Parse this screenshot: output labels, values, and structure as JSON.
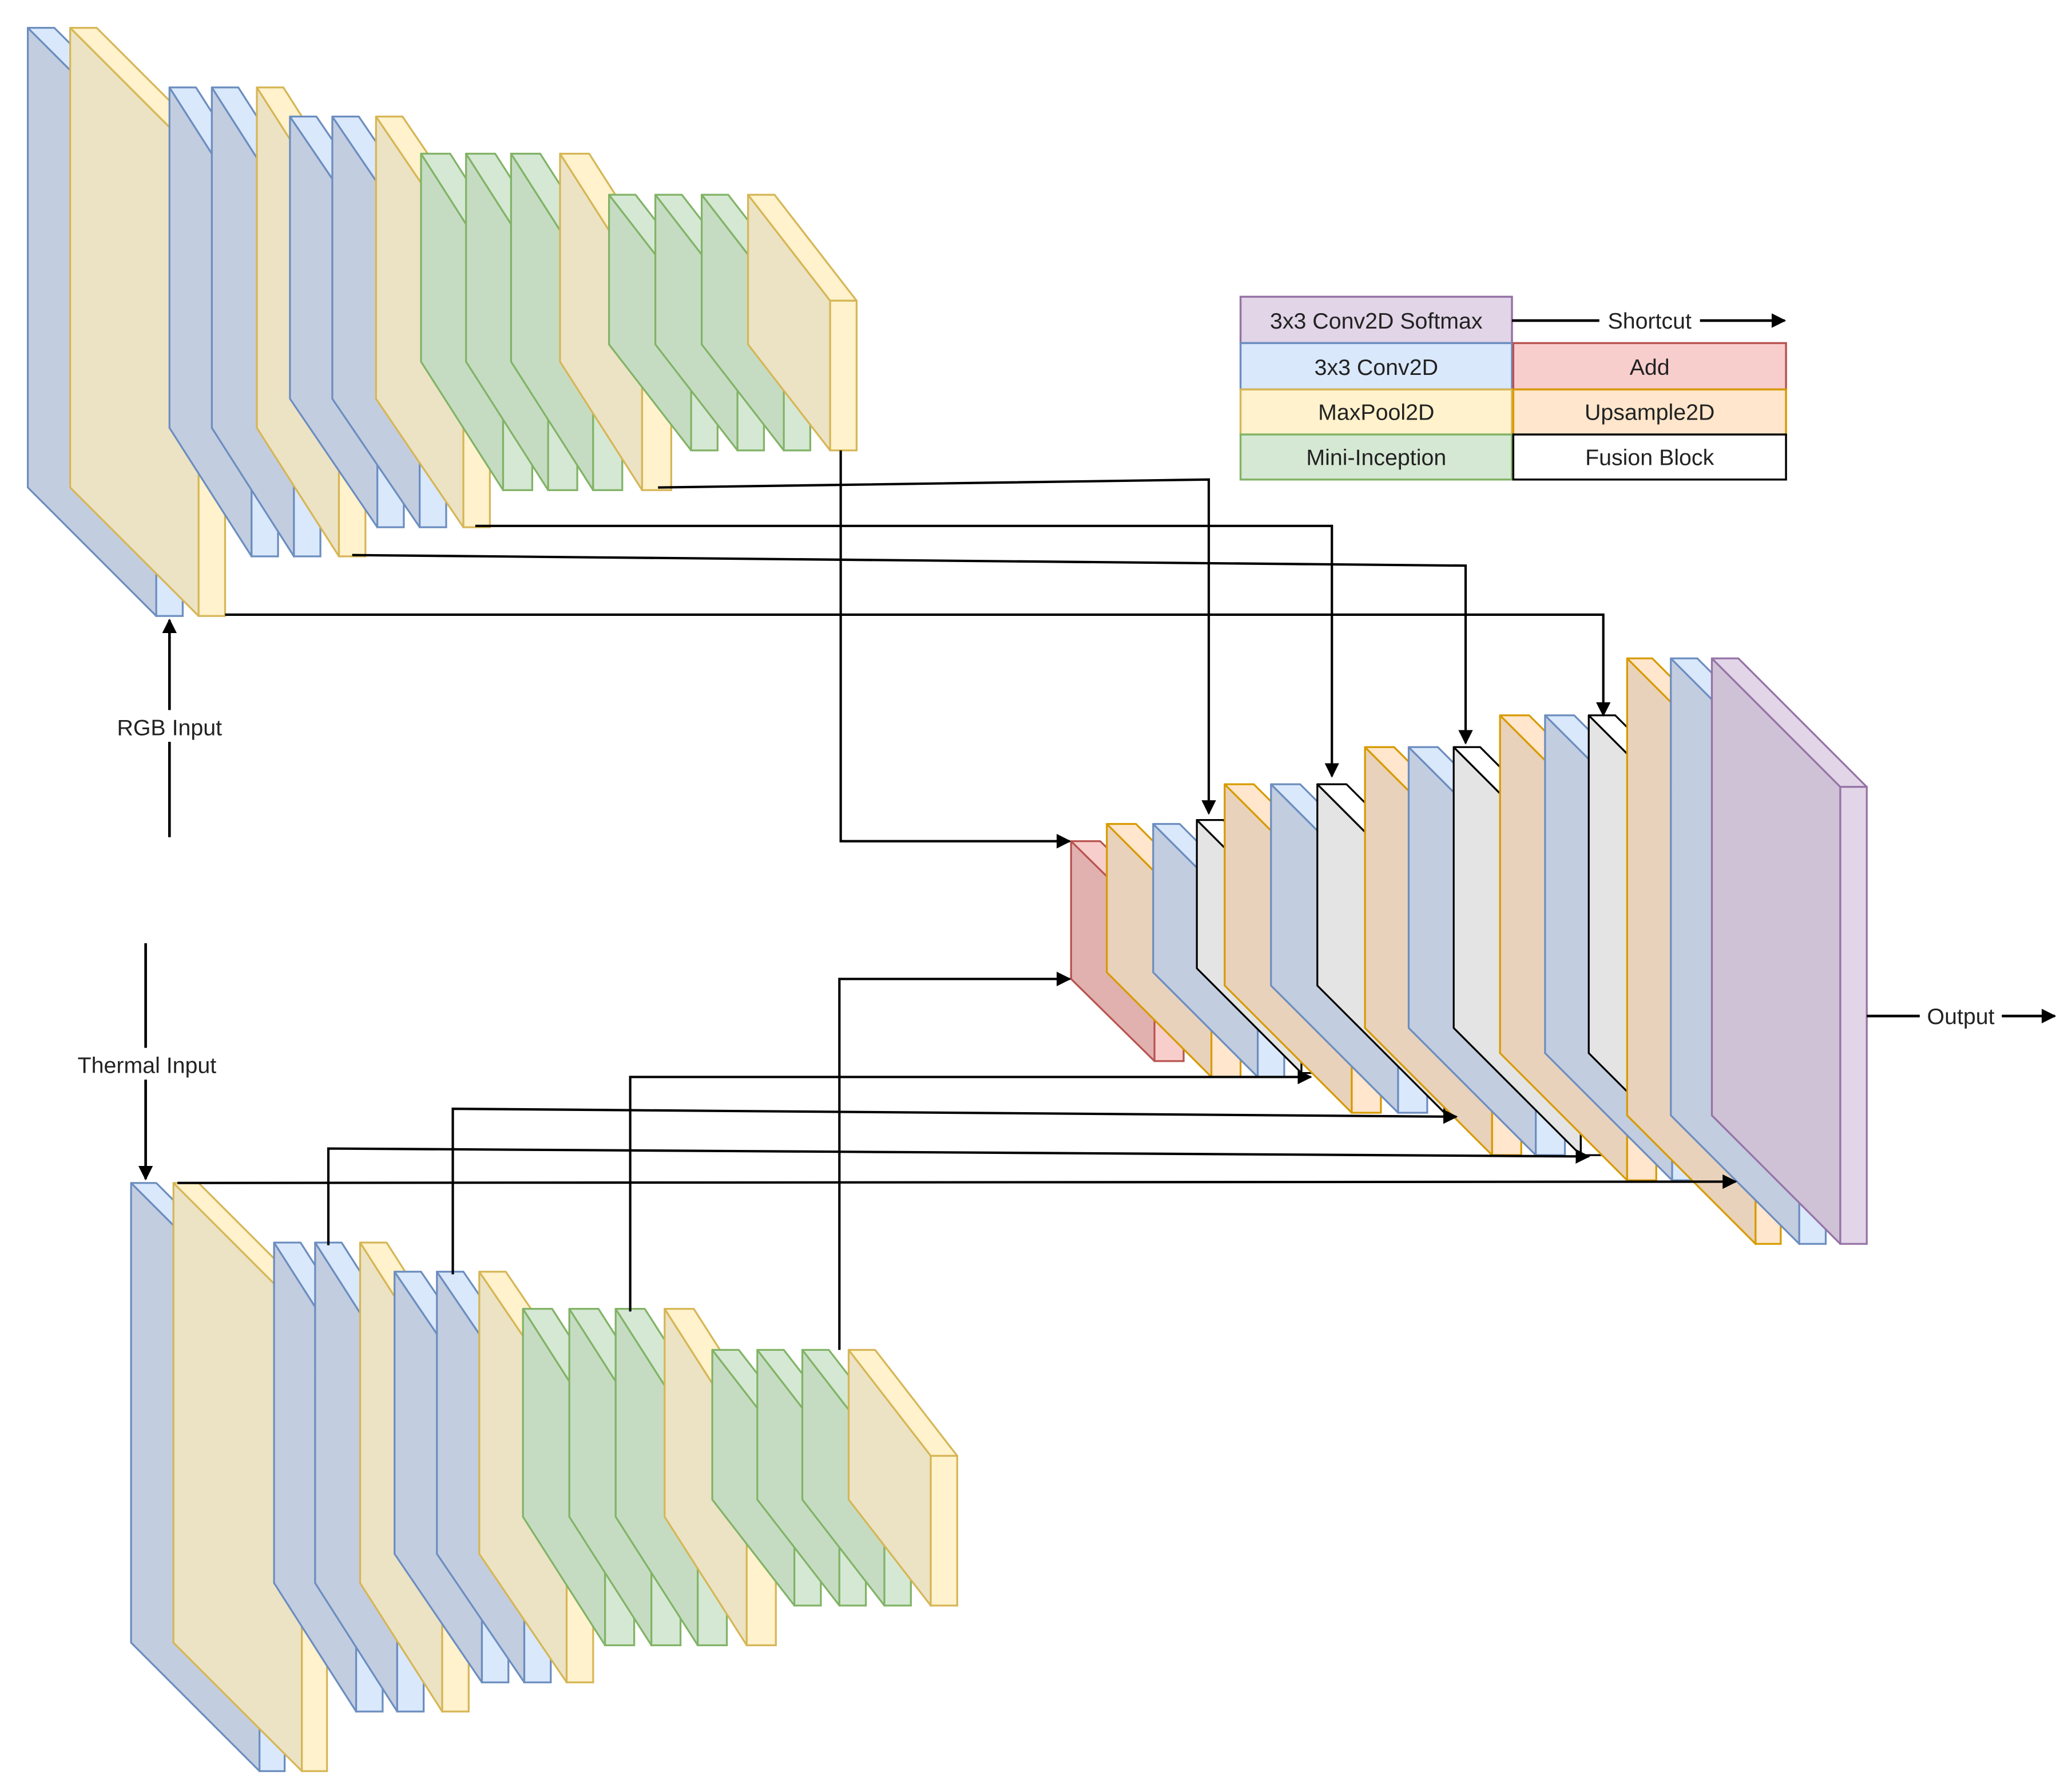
{
  "labels": {
    "rgb_input": "RGB Input",
    "thermal_input": "Thermal Input",
    "output": "Output"
  },
  "legend": {
    "items": [
      {
        "key": "softmax",
        "label": "3x3 Conv2D Softmax",
        "fill": "#e1d5e7",
        "stroke": "#9673a6"
      },
      {
        "key": "shortcut",
        "label": "Shortcut",
        "fill": "none",
        "stroke": "#000000"
      },
      {
        "key": "conv",
        "label": "3x3 Conv2D",
        "fill": "#dae8fc",
        "stroke": "#6c8ebf"
      },
      {
        "key": "add",
        "label": "Add",
        "fill": "#f8cecc",
        "stroke": "#b85450"
      },
      {
        "key": "maxpool",
        "label": "MaxPool2D",
        "fill": "#fff2cc",
        "stroke": "#d6b656"
      },
      {
        "key": "upsample",
        "label": "Upsample2D",
        "fill": "#ffe6cc",
        "stroke": "#d79b00"
      },
      {
        "key": "inception",
        "label": "Mini-Inception",
        "fill": "#d5e8d4",
        "stroke": "#82b366"
      },
      {
        "key": "fusion",
        "label": "Fusion Block",
        "fill": "#ffffff",
        "stroke": "#000000"
      }
    ]
  },
  "colors": {
    "conv": {
      "fill": "#dae8fc",
      "stroke": "#6c8ebf"
    },
    "maxpool": {
      "fill": "#fff2cc",
      "stroke": "#d6b656"
    },
    "inception": {
      "fill": "#d5e8d4",
      "stroke": "#82b366"
    },
    "add": {
      "fill": "#f8cecc",
      "stroke": "#b85450"
    },
    "upsample": {
      "fill": "#ffe6cc",
      "stroke": "#d79b00"
    },
    "fusion": {
      "fill": "#ffffff",
      "stroke": "#000000"
    },
    "softmax": {
      "fill": "#e1d5e7",
      "stroke": "#9673a6"
    },
    "arrow": "#000000"
  },
  "encoders": [
    {
      "name": "rgb-encoder",
      "input": "RGB Input",
      "layers": [
        "conv",
        "maxpool",
        "conv",
        "conv",
        "maxpool",
        "conv",
        "conv",
        "maxpool",
        "inception",
        "inception",
        "inception",
        "maxpool",
        "inception",
        "inception",
        "inception",
        "maxpool"
      ]
    },
    {
      "name": "thermal-encoder",
      "input": "Thermal Input",
      "layers": [
        "conv",
        "maxpool",
        "conv",
        "conv",
        "maxpool",
        "conv",
        "conv",
        "maxpool",
        "inception",
        "inception",
        "inception",
        "maxpool",
        "inception",
        "inception",
        "inception",
        "maxpool"
      ]
    }
  ],
  "decoder": {
    "layers": [
      "add",
      "upsample",
      "conv",
      "fusion",
      "upsample",
      "conv",
      "fusion",
      "upsample",
      "conv",
      "fusion",
      "upsample",
      "conv",
      "fusion",
      "upsample",
      "conv",
      "softmax"
    ]
  }
}
